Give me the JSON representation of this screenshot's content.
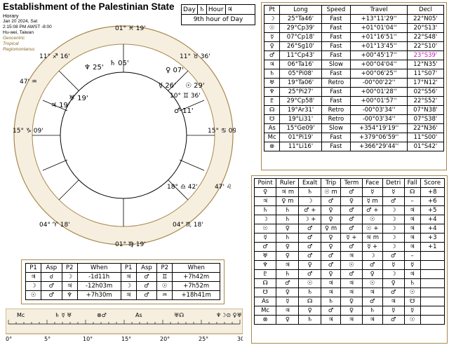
{
  "header": {
    "title": "Establishment of the Palestinian State",
    "subtitle": "Horary",
    "date_line": "Jan 20 2024, Sat",
    "time_line": "2:15:08 PM AWST -8:00",
    "place_line": "Hu-wei, Taiwan",
    "mode1": "Geocentric",
    "mode2": "Tropical",
    "mode3": "Regiomontanus"
  },
  "day_hour": {
    "day_label": "Day",
    "day_ruler": "♄",
    "hour_label": "Hour",
    "hour_ruler": "♃",
    "hour_text": "9th hour of Day"
  },
  "wheel": {
    "mc": "01° ♓ 19'",
    "ic": "01° ♍ 19'",
    "asc": "15° ♑ 09'",
    "dsc": "15° ♋ 09'",
    "cusp_labels": [
      "11° ♐ 16'",
      "11° ♉ 36'",
      "04° ♈ 18'",
      "04° ♏ 18'",
      "18° ♎ 42'",
      "10° ♊ 36'",
      "47' ♒",
      "47' ♌"
    ],
    "planet_labels": [
      "♃ 19'",
      "♅ 19'",
      "♀ 07'",
      "☿ 26'",
      "♂ 11'",
      "☉ 29'",
      "♄ 05'",
      "♆ 25'"
    ]
  },
  "planets_table": {
    "headers": [
      "Pt",
      "Long",
      "Speed",
      "Travel",
      "Decl"
    ],
    "rows": [
      [
        "☽",
        "25°Ta46'",
        "Fast",
        "+13°11'29''",
        "22°N05'"
      ],
      [
        "☉",
        "29°Cp39'",
        "Fast",
        "+01°01'04''",
        "20°S13'"
      ],
      [
        "☿",
        "07°Cp18'",
        "Fast",
        "+01°16'51''",
        "22°S48'"
      ],
      [
        "♀",
        "26°Sg10'",
        "Fast",
        "+01°13'45''",
        "22°S10'"
      ],
      [
        "♂",
        "11°Cp43'",
        "Fast",
        "+00°45'17''",
        "23°S39'"
      ],
      [
        "♃",
        "06°Ta16'",
        "Slow",
        "+00°04'04''",
        "12°N35'"
      ],
      [
        "♄",
        "05°Pi08'",
        "Fast",
        "+00°06'25''",
        "11°S07'"
      ],
      [
        "♅",
        "19°Ta06'",
        "Retro",
        "-00°00'22''",
        "17°N12'"
      ],
      [
        "♆",
        "25°Pi27'",
        "Fast",
        "+00°01'28''",
        "02°S56'"
      ],
      [
        "♇",
        "29°Cp58'",
        "Fast",
        "+00°01'57''",
        "22°S52'"
      ],
      [
        "☊",
        "19°Ar31'",
        "Retro",
        "-00°03'34''",
        "07°N38'"
      ],
      [
        "☋",
        "19°Li31'",
        "Retro",
        "-00°03'34''",
        "07°S38'"
      ],
      [
        "As",
        "15°Ge09'",
        "Slow",
        "+354°19'19''",
        "22°N36'"
      ],
      [
        "Mc",
        "01°Pi19'",
        "Fast",
        "+379°06'59''",
        "11°S00'"
      ],
      [
        "⊗",
        "11°Li16'",
        "Fast",
        "+366°29'44''",
        "01°S42'"
      ]
    ]
  },
  "dignity_table": {
    "headers": [
      "Point",
      "Ruler",
      "Exalt",
      "Trip",
      "Term",
      "Face",
      "Detri",
      "Fall",
      "Score"
    ],
    "rows": [
      [
        "♀",
        "♃ m",
        "♄",
        "☉ m",
        "♂",
        "☿",
        "☿",
        "☊",
        "+8"
      ],
      [
        "♃",
        "♀ m",
        "☽",
        "♂",
        "♀",
        "☿ m",
        "♂",
        "–",
        "+6"
      ],
      [
        "♄",
        "♄",
        "♂ +",
        "♀",
        "♂",
        "♂ +",
        "☽",
        "♃",
        "+5"
      ],
      [
        "☽",
        "♄",
        "☽ +",
        "♀",
        "♂",
        "☉",
        "☽",
        "♃",
        "+4"
      ],
      [
        "☉",
        "♀",
        "♂",
        "♀ m",
        "♂",
        "☉ +",
        "☽",
        "♃",
        "+4"
      ],
      [
        "☿",
        "♄",
        "♂",
        "♀",
        "☿ +",
        "♃ m",
        "☽",
        "♃",
        "+3"
      ],
      [
        "♂",
        "♀",
        "♂",
        "♀",
        "♂",
        "☿ +",
        "☽",
        "♃",
        "+1"
      ],
      [
        "♅",
        "♀",
        "♂",
        "♂",
        "♃",
        "☽",
        "♂",
        "–",
        ""
      ],
      [
        "♆",
        "♃",
        "♀",
        "♂",
        "☉",
        "♂",
        "☿",
        "☿",
        ""
      ],
      [
        "♇",
        "♄",
        "♂",
        "♀",
        "♂",
        "♀",
        "☽",
        "♃",
        ""
      ],
      [
        "☊",
        "♂",
        "☉",
        "♃",
        "♃",
        "☉",
        "♀",
        "♄",
        ""
      ],
      [
        "☋",
        "♀",
        "♄",
        "♃",
        "♃",
        "♃",
        "♂",
        "☉",
        ""
      ],
      [
        "As",
        "☿",
        "☊",
        "♄",
        "♀",
        "♂",
        "♃",
        "☋",
        ""
      ],
      [
        "Mc",
        "♃",
        "♀",
        "♂",
        "♀",
        "♄",
        "☿",
        "☿",
        ""
      ],
      [
        "⊗",
        "♀",
        "♄",
        "♃",
        "♃",
        "♃",
        "♂",
        "☉",
        ""
      ]
    ]
  },
  "aspects_table": {
    "headers": [
      "P1",
      "Asp",
      "P2",
      "When",
      "P1",
      "Asp",
      "P2",
      "When"
    ],
    "rows": [
      [
        "♃",
        "☌",
        "☽",
        "-1d11h",
        "♃",
        "♂",
        "♊",
        "+7h42m"
      ],
      [
        "☽",
        "♂",
        "♃",
        "-12h03m",
        "☽",
        "♂",
        "☉",
        "+7h52m"
      ],
      [
        "☉",
        "♂",
        "♆",
        "+7h30m",
        "♃",
        "♂",
        "♒",
        "+18h41m"
      ]
    ]
  },
  "ruler": {
    "labels": [
      "0°",
      "5°",
      "10°",
      "15°",
      "20°",
      "25°",
      "30°"
    ],
    "markers": [
      "Mc",
      "♄ ☿ ♅",
      "⊗♂",
      "As",
      "♅☊",
      "♆☽⊙ ♀♅"
    ]
  }
}
